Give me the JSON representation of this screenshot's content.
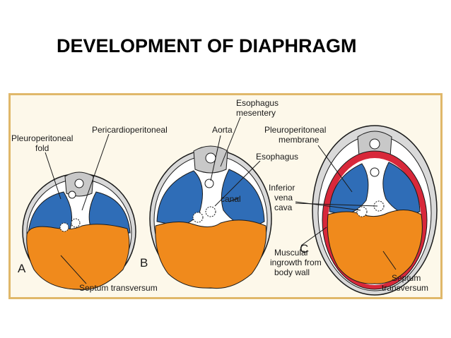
{
  "title": "DEVELOPMENT OF DIAPHRAGM",
  "colors": {
    "frame_border": "#e0b86a",
    "frame_fill": "#fdf8ea",
    "pleural_cavity": "#2f6db7",
    "septum_transversum": "#f08a1c",
    "muscular_ingrowth": "#d8283a",
    "body_wall": "#d9d9d9",
    "outline": "#1a1a1a"
  },
  "panels": {
    "a": {
      "letter": "A"
    },
    "b": {
      "letter": "B"
    },
    "c": {
      "letter": "C"
    }
  },
  "labels": {
    "pleuroperitoneal_fold_1": "Pleuroperitoneal",
    "pleuroperitoneal_fold_2": "fold",
    "pericardioperitoneal": "Pericardioperitoneal",
    "septum_transversum_a": "Septum transversum",
    "esophagus_mesentery_1": "Esophagus",
    "esophagus_mesentery_2": "mesentery",
    "aorta": "Aorta",
    "esophagus": "Esophagus",
    "canal": "canal",
    "pleuroperitoneal_membrane_1": "Pleuroperitoneal",
    "pleuroperitoneal_membrane_2": "membrane",
    "inferior_vena_cava_1": "Inferior",
    "inferior_vena_cava_2": "vena",
    "inferior_vena_cava_3": "cava",
    "muscular_ingrowth_1": "Muscular",
    "muscular_ingrowth_2": "ingrowth from",
    "muscular_ingrowth_3": "body wall",
    "septum_transversum_c_1": "Septum",
    "septum_transversum_c_2": "transversum"
  }
}
